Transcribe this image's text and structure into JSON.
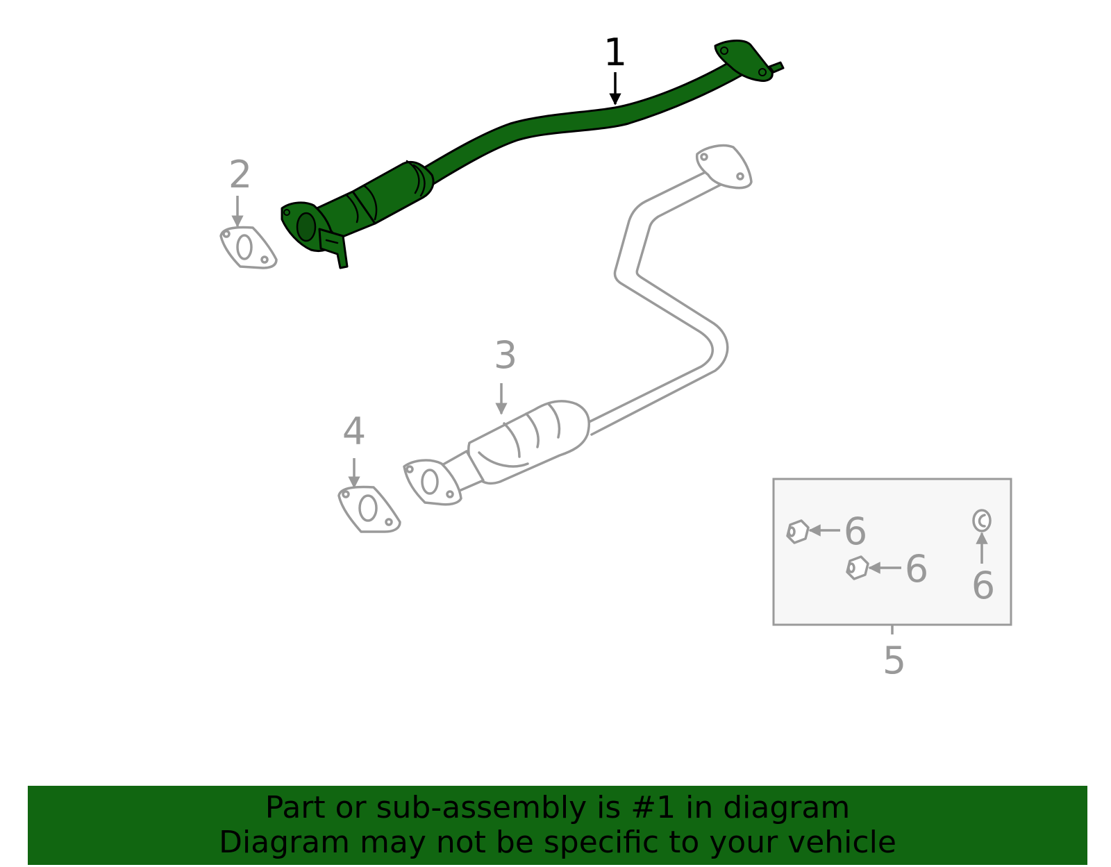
{
  "callouts": {
    "c1": "1",
    "c2": "2",
    "c3": "3",
    "c4": "4",
    "c5": "5",
    "c6a": "6",
    "c6b": "6",
    "c6c": "6"
  },
  "banner": {
    "line1": "Part or sub-assembly is #1 in diagram",
    "line2": "Diagram may not be specific to your vehicle"
  },
  "colors": {
    "highlight": "#116611",
    "parts": "#9a9a9a",
    "kit_box": "#f7f7f7"
  }
}
